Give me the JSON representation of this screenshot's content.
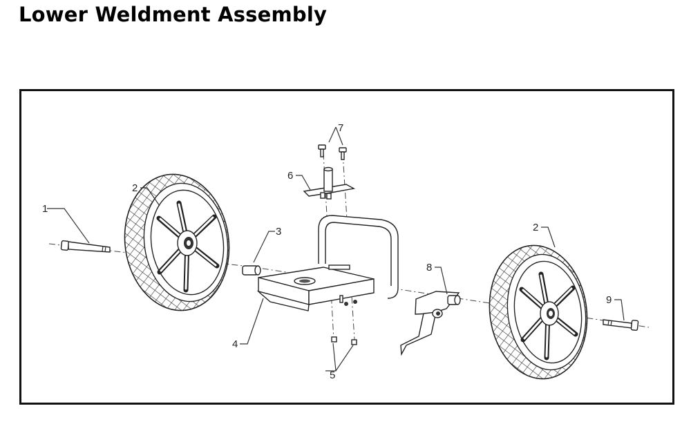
{
  "page": {
    "title": "Lower Weldment Assembly"
  },
  "diagram": {
    "callouts": [
      {
        "id": "callout-1",
        "label": "1"
      },
      {
        "id": "callout-2-left",
        "label": "2"
      },
      {
        "id": "callout-2-right",
        "label": "2"
      },
      {
        "id": "callout-3",
        "label": "3"
      },
      {
        "id": "callout-4",
        "label": "4"
      },
      {
        "id": "callout-5",
        "label": "5"
      },
      {
        "id": "callout-6",
        "label": "6"
      },
      {
        "id": "callout-7",
        "label": "7"
      },
      {
        "id": "callout-8",
        "label": "8"
      },
      {
        "id": "callout-9",
        "label": "9"
      }
    ]
  }
}
